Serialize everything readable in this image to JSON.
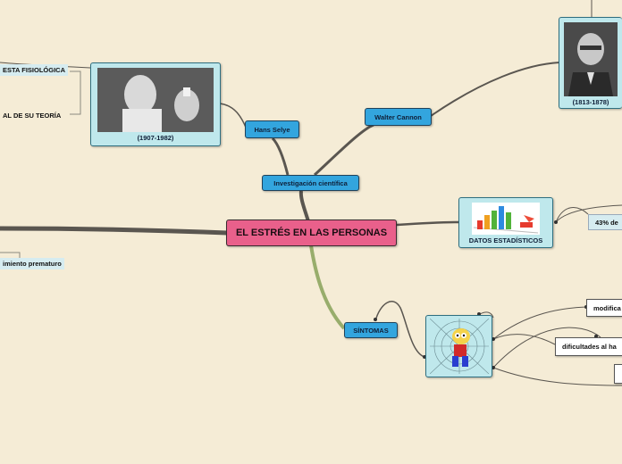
{
  "central": {
    "label": "EL ESTRÉS EN LAS PERSONAS"
  },
  "topics": {
    "investigacion": "Investigación científica",
    "hans": "Hans Selye",
    "walter": "Walter Cannon",
    "datos": "DATOS ESTADÍSTICOS",
    "sintomas": "SÍNTOMAS"
  },
  "captions": {
    "hans_years": "(1907-1982)",
    "walter_years": "(1813-1878)"
  },
  "leaves": {
    "fisiologica": "ESTA FISIOLÓGICA",
    "teoria": "AL DE SU TEORÍA",
    "envejecimiento": "imiento prematuro",
    "porcentaje": "43% de",
    "modifica": "modifica",
    "dificultades": "dificultades al ha"
  },
  "colors": {
    "central": "#e9608b",
    "topic": "#33a5de",
    "image_node": "#bfe8ec",
    "background": "#f5ecd6"
  }
}
